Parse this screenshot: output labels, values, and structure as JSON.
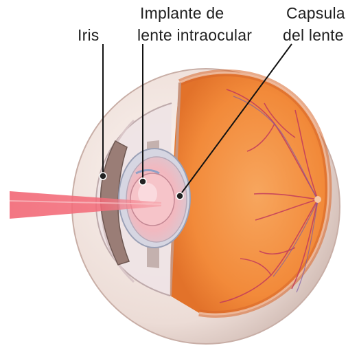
{
  "labels": {
    "iris": "Iris",
    "implant_line1": "Implante de",
    "implant_line2": "lente intraocular",
    "capsule_line1": "Capsula",
    "capsule_line2": "del lente"
  },
  "colors": {
    "retina": "#f08a3c",
    "vitreous": "#f3a05a",
    "sclera": "#e9d9d2",
    "vessels": "#c4375a",
    "laser": "#f07884",
    "leader": "#111111"
  }
}
